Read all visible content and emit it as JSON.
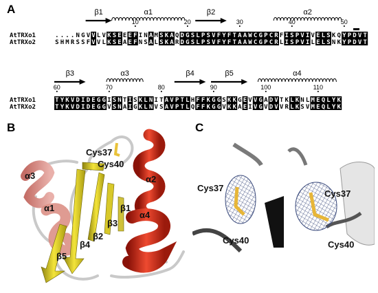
{
  "panels": {
    "a": {
      "label": "A"
    },
    "b": {
      "label": "B"
    },
    "c": {
      "label": "C"
    }
  },
  "alignment": {
    "block1": {
      "rows": [
        {
          "name": "AtTRXo1",
          "seq": "....NGVVLVKSEEEFINAMSKAQDGSLPSVFYFTAAWCGPCRFISPVIVELSKQYPDVT"
        },
        {
          "name": "AtTRXo2",
          "seq": "SHMRSSFVVLKSEAEFNSALSKARDGSLPSVFYFTAAWCGPCRLISPVILELSNKYPDVT"
        }
      ],
      "numbers": [
        {
          "text": "10",
          "col": 15
        },
        {
          "text": "20",
          "col": 25
        },
        {
          "text": "30",
          "col": 35
        },
        {
          "text": "40",
          "col": 45
        },
        {
          "text": "50",
          "col": 55
        }
      ],
      "elements": [
        {
          "type": "beta",
          "label": "β1",
          "start": 6,
          "end": 10
        },
        {
          "type": "alpha",
          "label": "α1",
          "start": 11,
          "end": 24
        },
        {
          "type": "beta",
          "label": "β2",
          "start": 27,
          "end": 32
        },
        {
          "type": "alpha",
          "label": "α2",
          "start": 42,
          "end": 54
        }
      ]
    },
    "block2": {
      "rows": [
        {
          "name": "AtTRXo1",
          "seq": "TYKVDIDEGGISNTISKLNITAVPTLHFFKGGSKKGEVVGADVTKLKNLMEQLYK"
        },
        {
          "name": "AtTRXo2",
          "seq": "TYKVDIDEGGVSNAIGKLNVSAVPTLQFFKGGVKKAEIVGVDVVRLKSVMEQLYK"
        }
      ],
      "numbers": [
        {
          "text": "60",
          "col": 0
        },
        {
          "text": "70",
          "col": 10
        },
        {
          "text": "80",
          "col": 20
        },
        {
          "text": "90",
          "col": 30
        },
        {
          "text": "100",
          "col": 40
        },
        {
          "text": "110",
          "col": 50
        }
      ],
      "elements": [
        {
          "type": "beta",
          "label": "β3",
          "start": 0,
          "end": 5
        },
        {
          "type": "alpha",
          "label": "α3",
          "start": 10,
          "end": 16
        },
        {
          "type": "beta",
          "label": "β4",
          "start": 23,
          "end": 28
        },
        {
          "type": "beta",
          "label": "β5",
          "start": 30,
          "end": 36
        },
        {
          "type": "alpha",
          "label": "α4",
          "start": 39,
          "end": 53
        }
      ]
    }
  },
  "structure": {
    "labels": {
      "cys37": "Cys37",
      "cys40": "Cys40",
      "a1": "α1",
      "a2": "α2",
      "a3": "α3",
      "a4": "α4",
      "b1": "β1",
      "b2": "β2",
      "b3": "β3",
      "b4": "β4",
      "b5": "β5"
    },
    "colors": {
      "helix": "#e03a26",
      "sheet": "#ecd729",
      "loop": "#c8c8c8"
    }
  },
  "density": {
    "left": {
      "cys37": "Cys37",
      "cys40": "Cys40"
    },
    "right": {
      "cys37": "Cys37",
      "cys40": "Cys40"
    },
    "mesh_color": "#3a4a7c",
    "stick_color": "#e7b638"
  }
}
